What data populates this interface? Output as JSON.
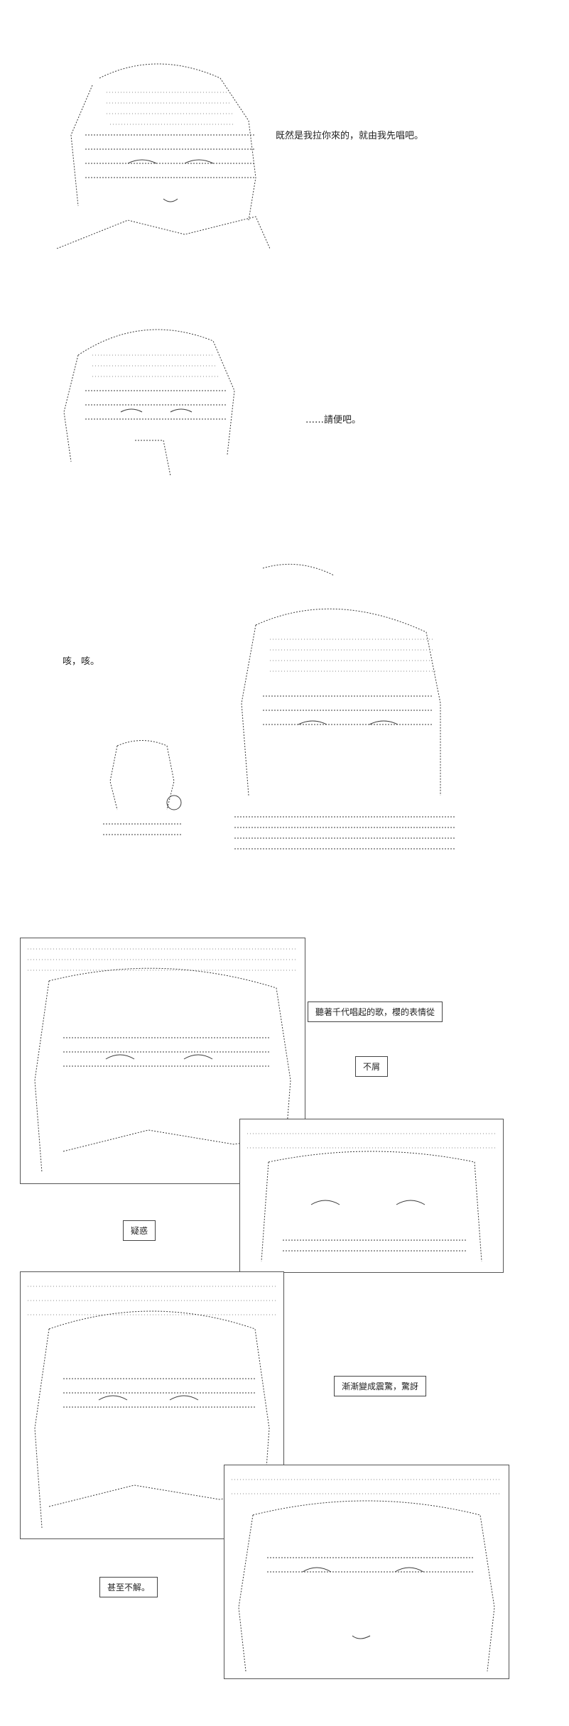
{
  "captions": {
    "line1": "既然是我拉你來的，就由我先唱吧。",
    "line2": "……請便吧。",
    "line3": "咳，咳。",
    "box1": "聽著千代唱起的歌，櫻的表情從",
    "box2": "不屑",
    "box3": "疑惑",
    "box4": "漸漸變成震驚，驚訝",
    "box5": "甚至不解。"
  }
}
